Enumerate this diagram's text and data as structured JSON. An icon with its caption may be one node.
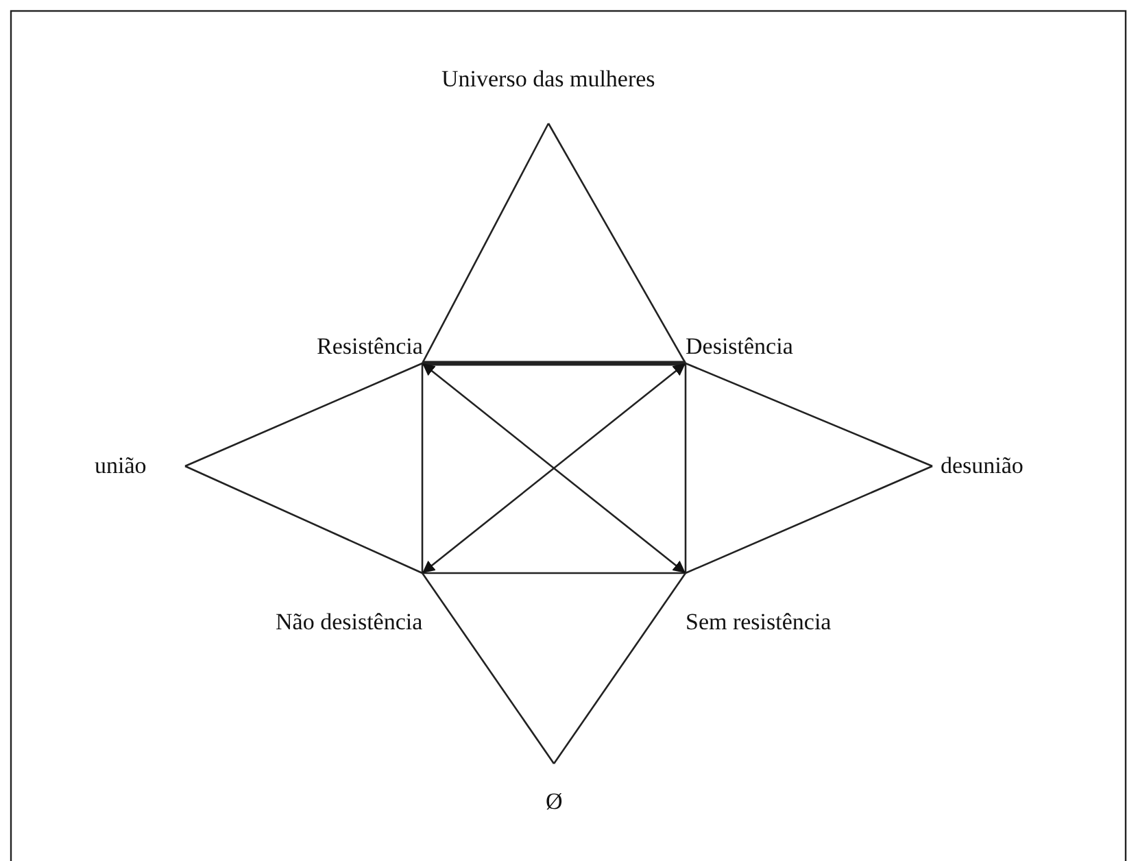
{
  "diagram": {
    "nodes": [
      {
        "text": [
          "Universo das mulheres"
        ]
      },
      {
        "text": [
          "Resistência"
        ]
      },
      {
        "text": [
          "Desistência"
        ]
      },
      {
        "text": [
          "união"
        ]
      },
      {
        "text": [
          "desunião"
        ]
      },
      {
        "text": [
          "Não desistência"
        ]
      },
      {
        "text": [
          "Sem resistência"
        ]
      },
      {
        "text": [
          "Ø"
        ]
      }
    ],
    "edges": [
      {
        "from": 0,
        "to": 1,
        "arrow": "none"
      },
      {
        "from": 0,
        "to": 2,
        "arrow": "none"
      },
      {
        "from": 3,
        "to": 1,
        "arrow": "none"
      },
      {
        "from": 3,
        "to": 5,
        "arrow": "none"
      },
      {
        "from": 4,
        "to": 2,
        "arrow": "none"
      },
      {
        "from": 4,
        "to": 6,
        "arrow": "none"
      },
      {
        "from": 7,
        "to": 5,
        "arrow": "none"
      },
      {
        "from": 7,
        "to": 6,
        "arrow": "none"
      },
      {
        "from": 1,
        "to": 2,
        "arrow": "none",
        "style": "thick"
      },
      {
        "from": 1,
        "to": 5,
        "arrow": "none"
      },
      {
        "from": 2,
        "to": 6,
        "arrow": "none"
      },
      {
        "from": 5,
        "to": 6,
        "arrow": "none"
      },
      {
        "from": 1,
        "to": 6,
        "arrow": "both"
      },
      {
        "from": 2,
        "to": 5,
        "arrow": "both"
      }
    ]
  }
}
